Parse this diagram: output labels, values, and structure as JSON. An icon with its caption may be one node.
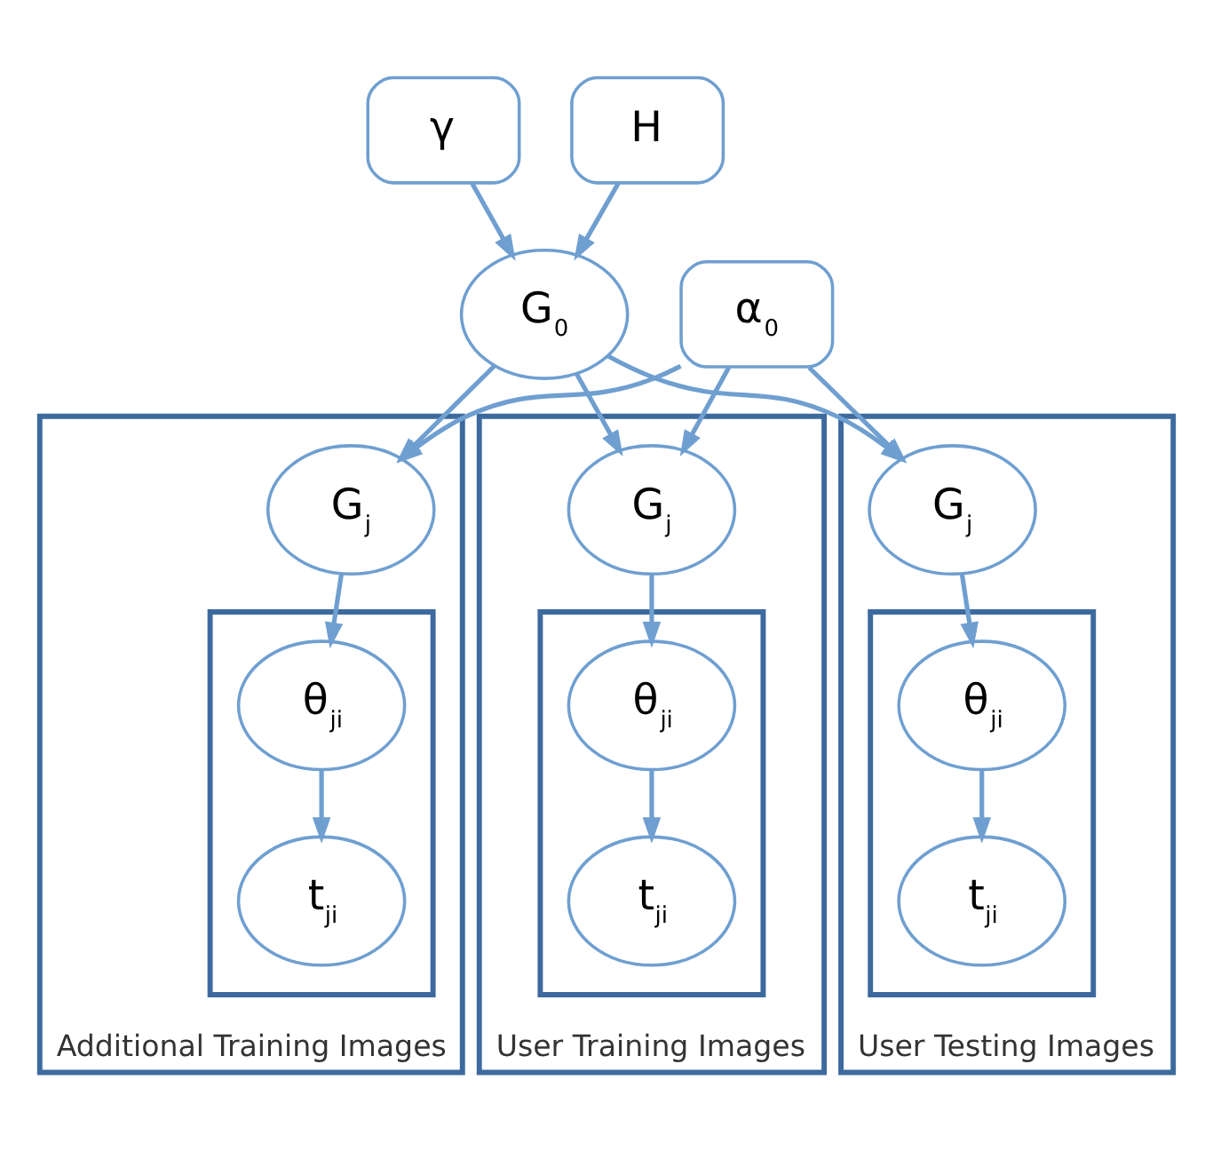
{
  "diagram": {
    "nodes": [
      {
        "text": [
          "γ"
        ]
      },
      {
        "text": [
          "H"
        ]
      },
      {
        "text": [
          "G$_{0}$"
        ]
      },
      {
        "text": [
          "α$_{0}$"
        ]
      },
      {
        "text": [
          "Additional Training Images"
        ]
      },
      {
        "text": [
          "G$_{j}$"
        ],
        "in": 4
      },
      {
        "text": [],
        "shape": "box",
        "in": 4
      },
      {
        "text": [
          "θ$_{ji}$"
        ],
        "in": 6
      },
      {
        "text": [
          "t$_{ji}$"
        ],
        "in": 6
      },
      {
        "text": [
          "User Training Images"
        ]
      },
      {
        "text": [
          "G$_{j}$"
        ],
        "in": 9
      },
      {
        "text": [],
        "shape": "box",
        "in": 9
      },
      {
        "text": [
          "θ$_{ji}$"
        ],
        "in": 11
      },
      {
        "text": [
          "t$_{ji}$"
        ],
        "in": 11
      },
      {
        "text": [
          "User Testing Images"
        ]
      },
      {
        "text": [
          "G$_{j}$"
        ],
        "in": 14
      },
      {
        "text": [],
        "shape": "box",
        "in": 14
      },
      {
        "text": [
          "θ$_{ji}$"
        ],
        "in": 16
      },
      {
        "text": [
          "t$_{ji}$"
        ],
        "in": 16
      }
    ],
    "edges": [
      {
        "from": 0,
        "to": 2,
        "arrow": "to"
      },
      {
        "from": 1,
        "to": 2,
        "arrow": "to"
      },
      {
        "from": 3,
        "to": 5,
        "arrow": "to"
      },
      {
        "from": 3,
        "to": 10,
        "arrow": "to"
      },
      {
        "from": 3,
        "to": 15,
        "arrow": "to"
      },
      {
        "from": 2,
        "to": 5,
        "arrow": "to"
      },
      {
        "from": 2,
        "to": 10,
        "arrow": "to"
      },
      {
        "from": 2,
        "to": 15,
        "arrow": "to"
      },
      {
        "from": 5,
        "to": 7,
        "arrow": "to"
      },
      {
        "from": 7,
        "to": 8,
        "arrow": "to"
      },
      {
        "from": 10,
        "to": 12,
        "arrow": "to"
      },
      {
        "from": 12,
        "to": 13,
        "arrow": "to"
      },
      {
        "from": 15,
        "to": 17,
        "arrow": "to"
      },
      {
        "from": 17,
        "to": 18,
        "arrow": "to"
      }
    ]
  }
}
